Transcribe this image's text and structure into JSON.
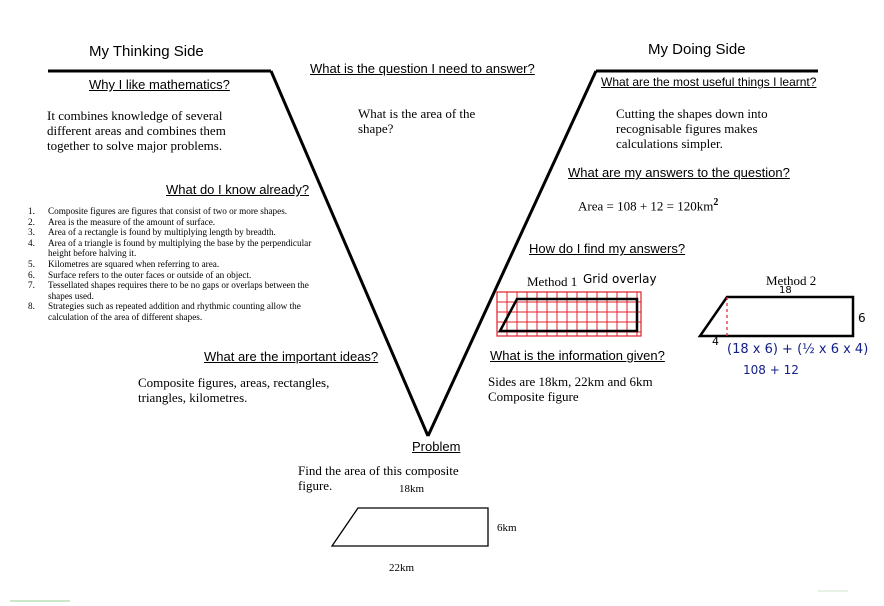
{
  "sides": {
    "thinking": "My  Thinking Side",
    "doing": "My  Doing Side"
  },
  "questions": {
    "why_like": "Why I like mathematics?",
    "question_answer": "What is the question I need to answer?",
    "useful_things": "What are the most useful things I learnt?",
    "know_already": "What do I know already?",
    "answers": "What are my answers to the question?",
    "how_find": "How do I find my answers?",
    "important_ideas": "What are the important ideas?",
    "info_given": "What is the information given?",
    "problem": "Problem"
  },
  "answers_text": {
    "why_like": "It combines knowledge of several different areas and combines them together to solve major problems.",
    "question_answer": "What is the area of the shape?",
    "useful_things": "Cutting the shapes down into recognisable figures makes calculations simpler.",
    "area_eq": "Area = 108 + 12 = 120km",
    "area_exp": "2",
    "important_ideas": "Composite figures, areas, rectangles, triangles, kilometres.",
    "info_given_1": "Sides are 18km, 22km and 6km",
    "info_given_2": "Composite figure",
    "problem": "Find the area of this composite figure."
  },
  "know_list": [
    {
      "n": "1.",
      "t": "Composite figures are figures that consist of two or more shapes."
    },
    {
      "n": "2.",
      "t": "Area is the measure of the amount of surface."
    },
    {
      "n": "3.",
      "t": "Area of a rectangle is found by multiplying length by breadth."
    },
    {
      "n": "4.",
      "t": "Area of a triangle is found by multiplying the base by the perpendicular height before halving it."
    },
    {
      "n": "5.",
      "t": "Kilometres are squared when referring to area."
    },
    {
      "n": "6.",
      "t": "Surface refers to the outer faces or outside of an object."
    },
    {
      "n": "7.",
      "t": "Tessellated shapes requires there to be no gaps or overlaps between the shapes used."
    },
    {
      "n": "8.",
      "t": "Strategies such as repeated addition and rhythmic counting allow the calculation of the area of different shapes."
    }
  ],
  "methods": {
    "method1": "Method 1",
    "method1_hand": "Grid overlay",
    "method2": "Method 2",
    "m2_top": "18",
    "m2_right": "6",
    "m2_left": "4",
    "m2_formula": "(18 x 6) + (½ x 6 x 4)",
    "m2_result": "108  +  12"
  },
  "figure": {
    "top": "18km",
    "right": "6km",
    "bottom": "22km"
  },
  "colors": {
    "grid": "#e0202a",
    "ink_blue": "#13208a",
    "line": "#000000"
  }
}
